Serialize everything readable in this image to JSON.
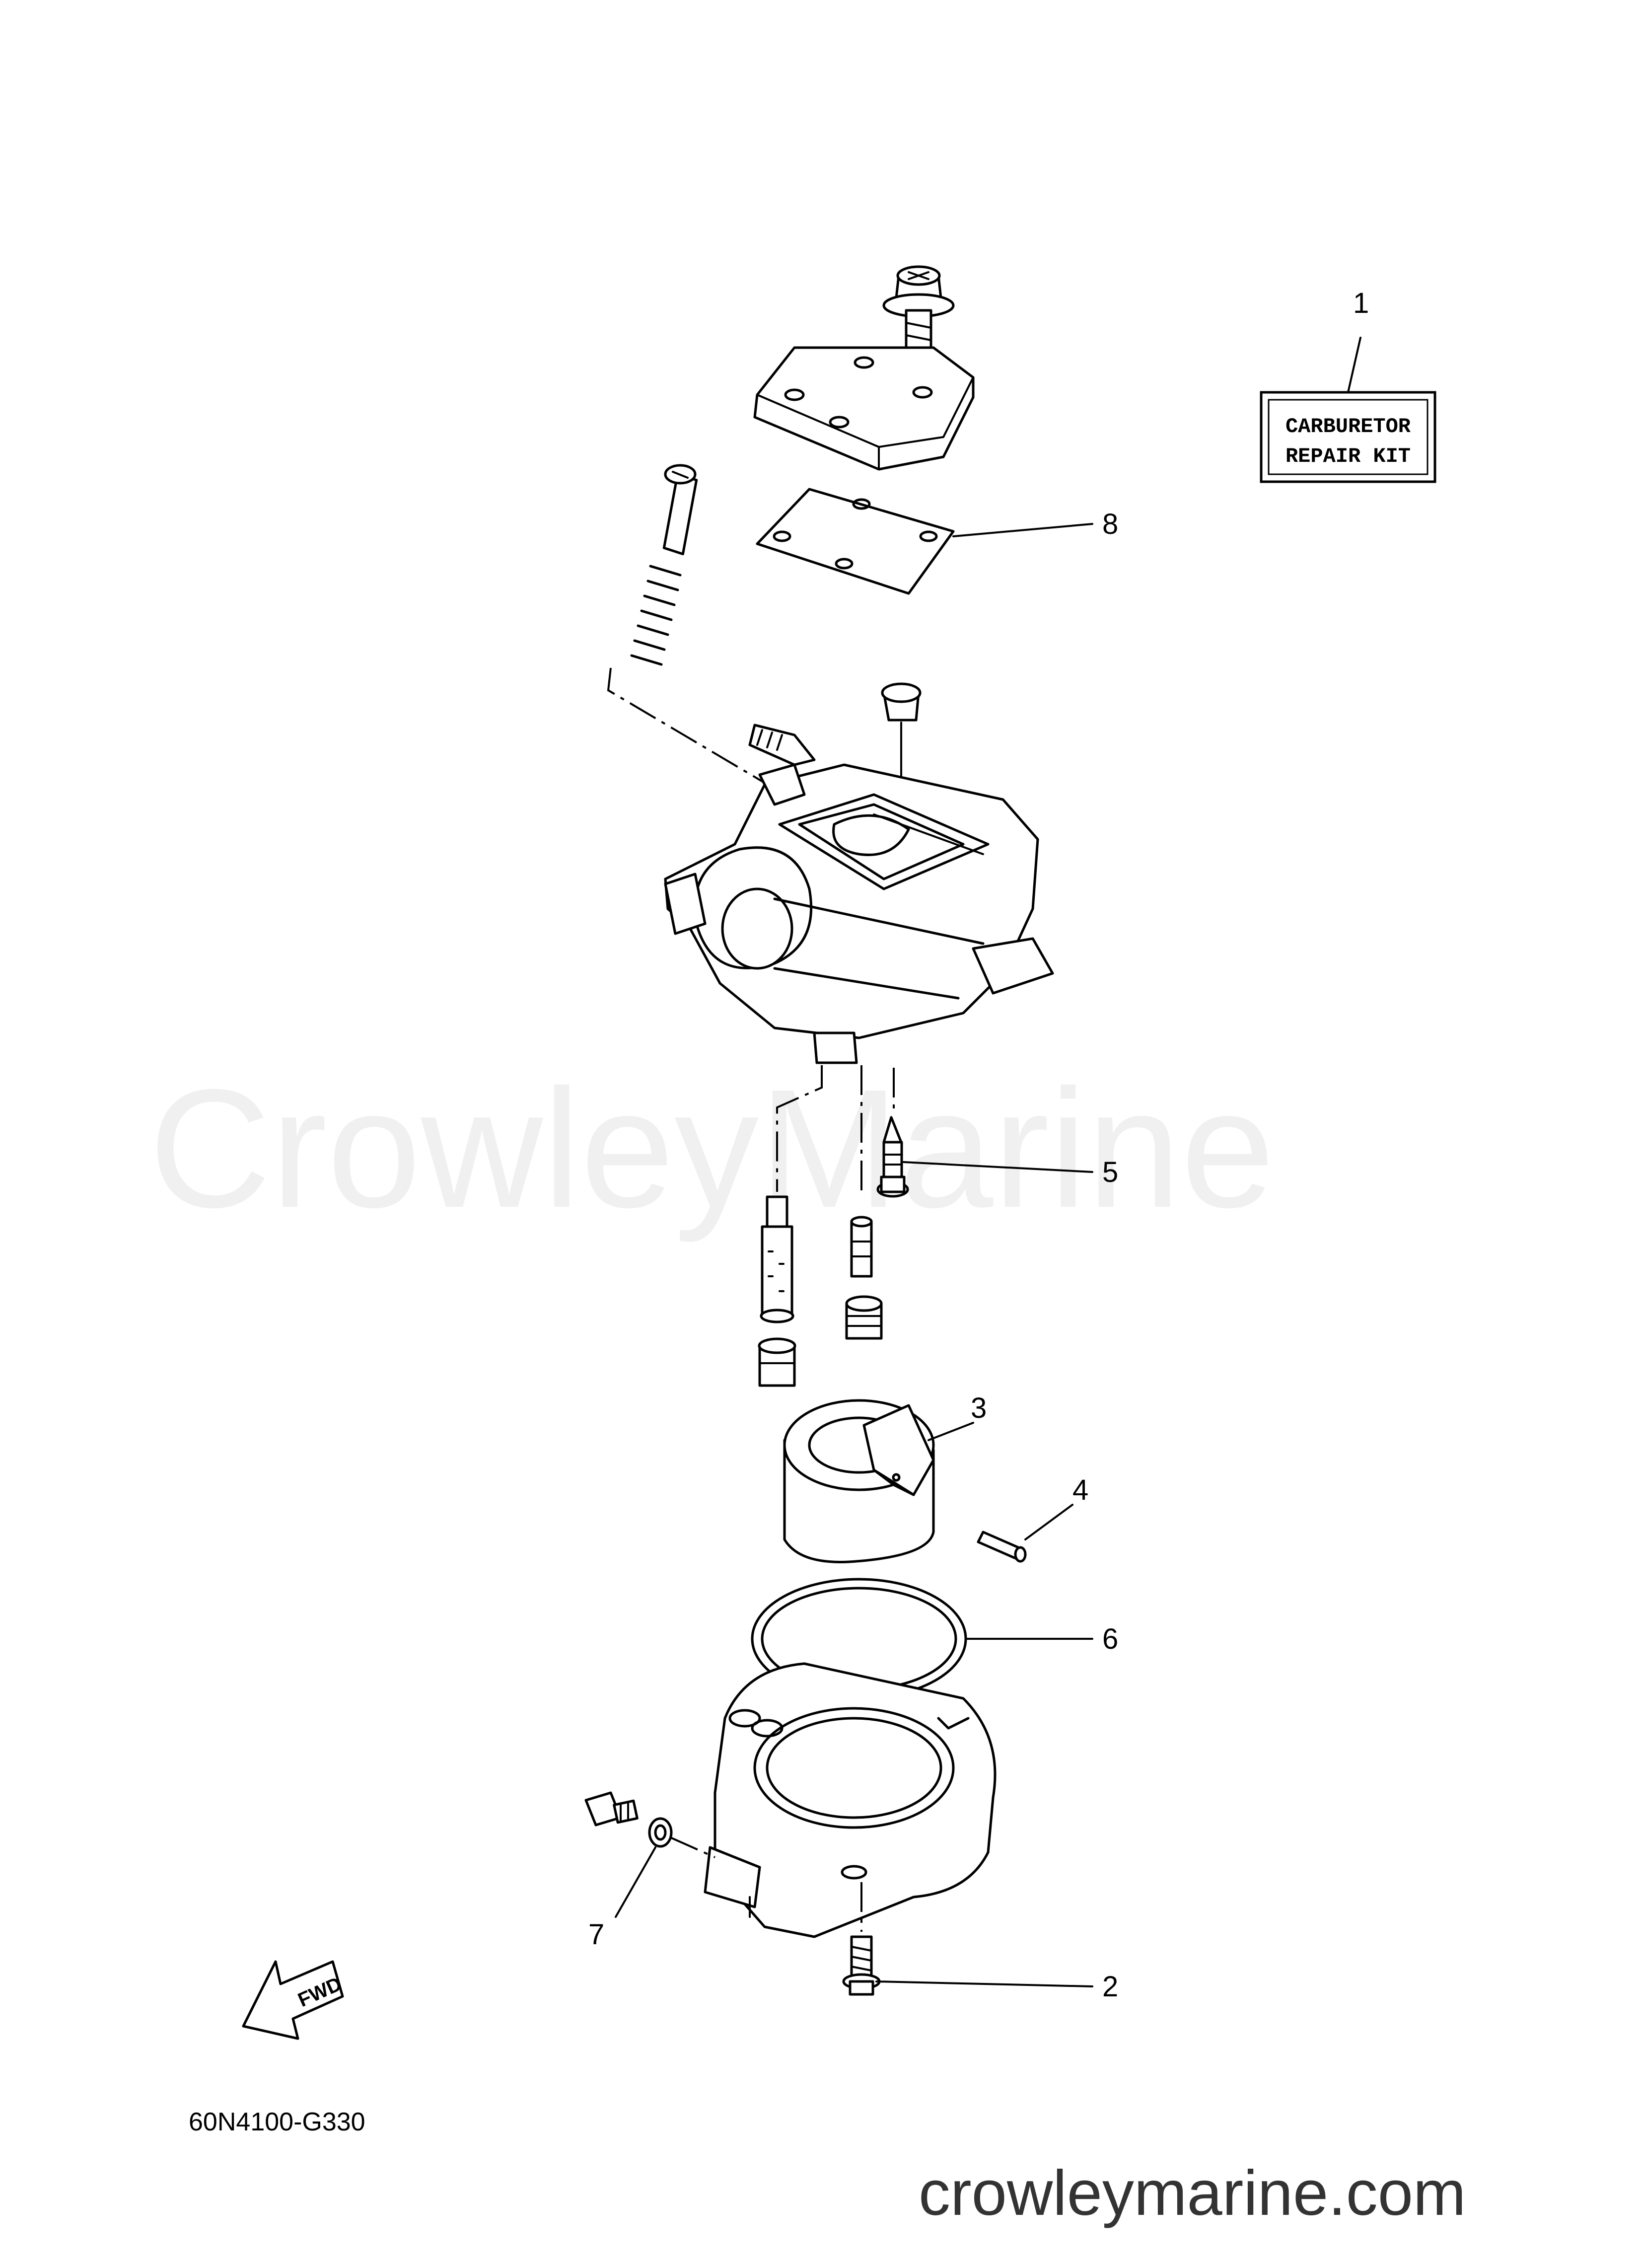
{
  "diagram": {
    "code": "60N4100-G330",
    "watermark": "CrowleyMarine",
    "website": "crowleymarine.com",
    "kit_label": {
      "line1": "CARBURETOR",
      "line2": "REPAIR KIT"
    },
    "fwd_label": "FWD",
    "callouts": [
      {
        "id": "1",
        "label": "1"
      },
      {
        "id": "2",
        "label": "2"
      },
      {
        "id": "3",
        "label": "3"
      },
      {
        "id": "4",
        "label": "4"
      },
      {
        "id": "5",
        "label": "5"
      },
      {
        "id": "6",
        "label": "6"
      },
      {
        "id": "7",
        "label": "7"
      },
      {
        "id": "8",
        "label": "8"
      }
    ]
  }
}
